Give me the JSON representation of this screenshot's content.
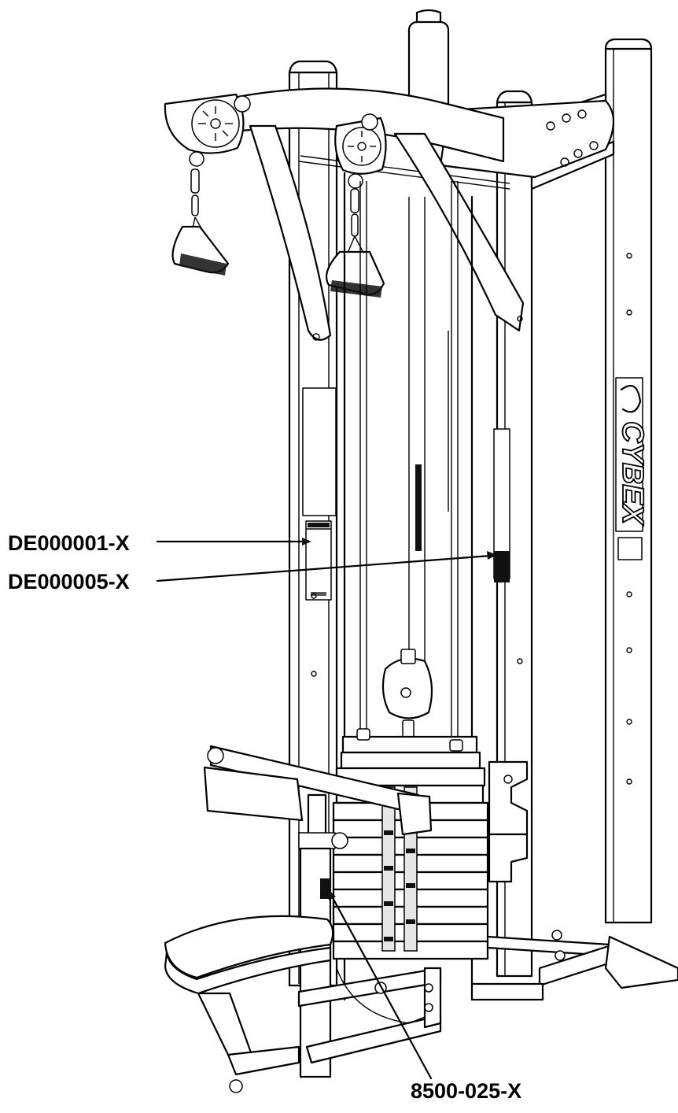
{
  "callouts": [
    {
      "id": "decal-1",
      "label": "DE000001-X"
    },
    {
      "id": "decal-2",
      "label": "DE000005-X"
    },
    {
      "id": "decal-3",
      "label": "8500-025-X"
    }
  ],
  "brand": {
    "logo_text": "CYBEX"
  }
}
